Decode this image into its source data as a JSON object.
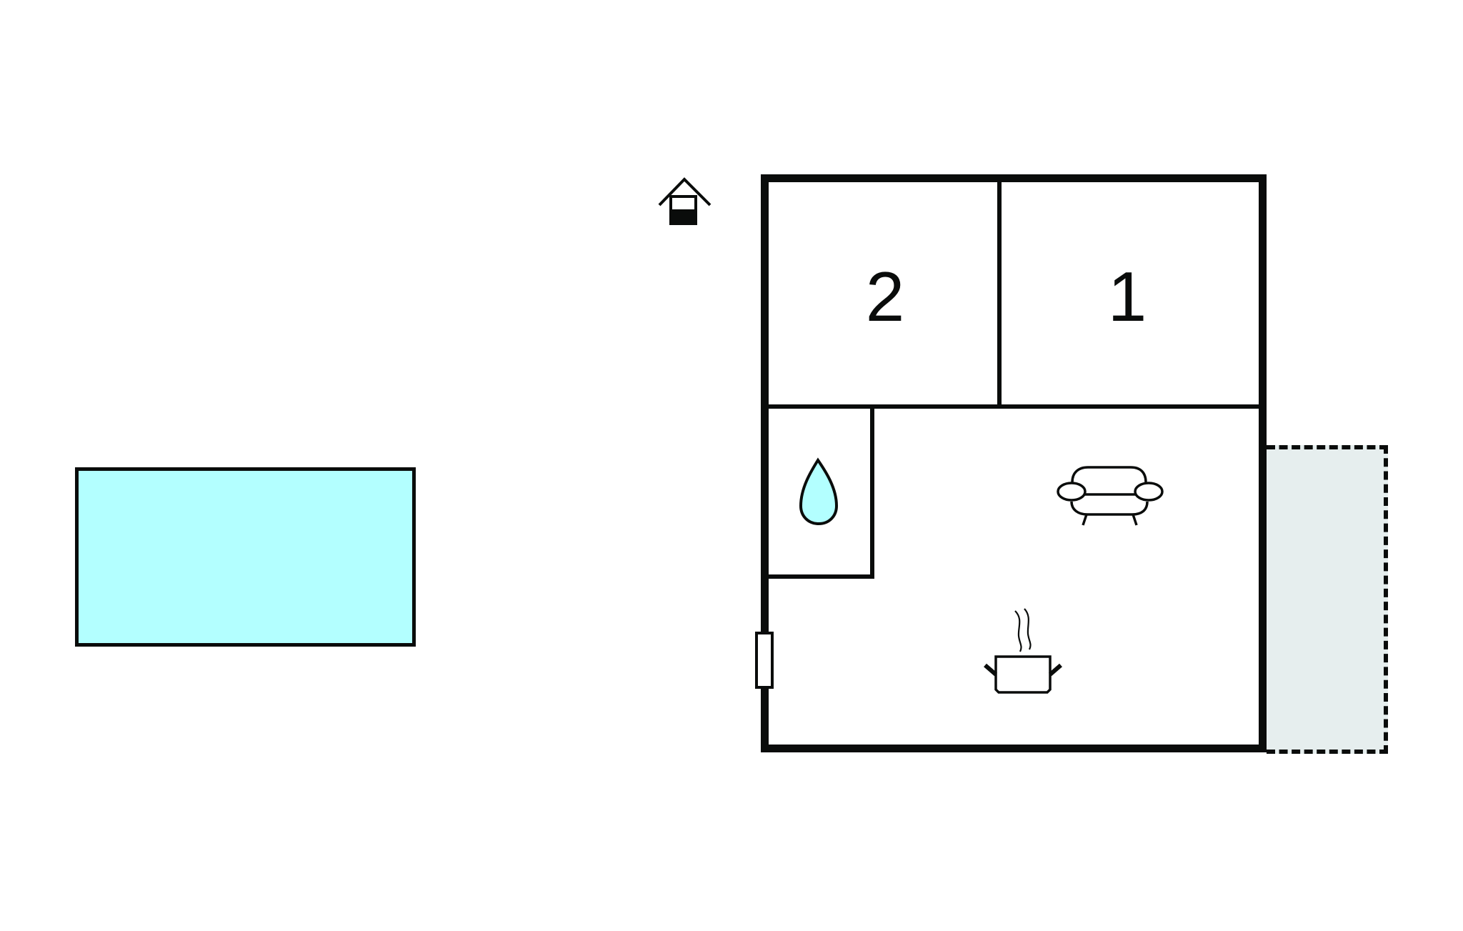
{
  "floorplan": {
    "colors": {
      "wall": "#0a0c0b",
      "pool": "#b3ffff",
      "terrace": "#e6eeee",
      "water_icon": "#b3ffff",
      "background": "#ffffff"
    },
    "rooms": [
      {
        "id": "bedroom-2",
        "label": "2"
      },
      {
        "id": "bedroom-1",
        "label": "1"
      },
      {
        "id": "bathroom",
        "icon": "water-drop-icon"
      },
      {
        "id": "living-room",
        "icon": "sofa-icon"
      },
      {
        "id": "kitchen",
        "icon": "cooking-pot-icon"
      }
    ],
    "outdoor": [
      {
        "id": "pool",
        "icon": "none"
      },
      {
        "id": "terrace",
        "style": "dashed"
      }
    ],
    "markers": [
      {
        "id": "house-entrance",
        "icon": "house-icon"
      },
      {
        "id": "door",
        "icon": "door-icon"
      }
    ]
  }
}
